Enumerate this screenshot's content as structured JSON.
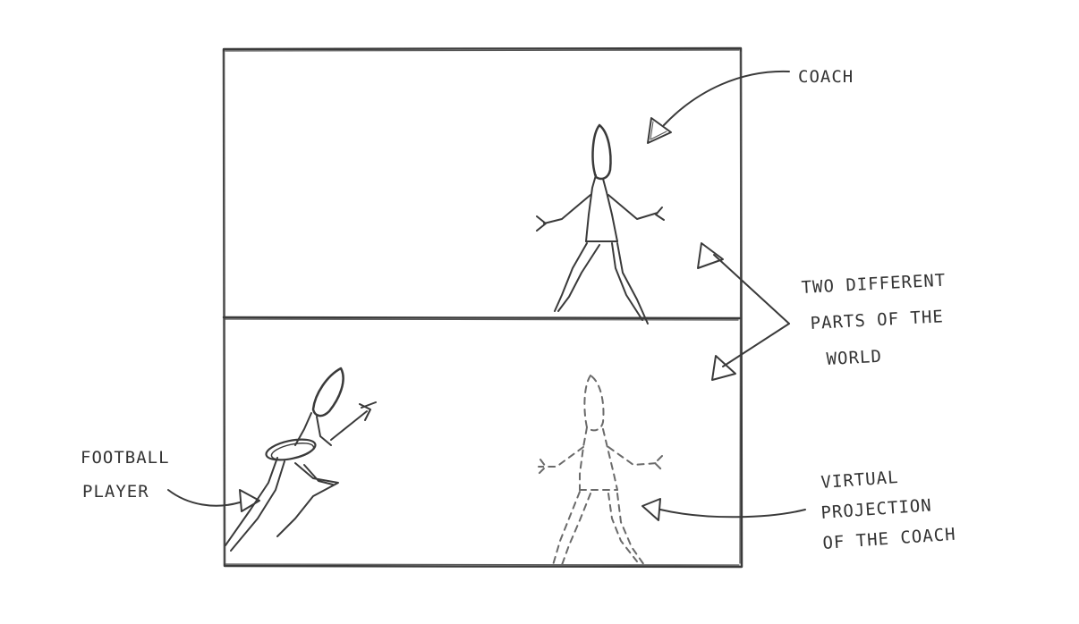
{
  "labels": {
    "coach": "COACH",
    "two_parts_line1": "TWO DIFFERENT",
    "two_parts_line2": "PARTS OF THE",
    "two_parts_line3": "WORLD",
    "football_line1": "FOOTBALL",
    "football_line2": "PLAYER",
    "virtual_line1": "VIRTUAL",
    "virtual_line2": "PROJECTION",
    "virtual_line3": "OF THE COACH"
  },
  "colors": {
    "pencil": "#3a3a3a",
    "paper": "#ffffff"
  }
}
